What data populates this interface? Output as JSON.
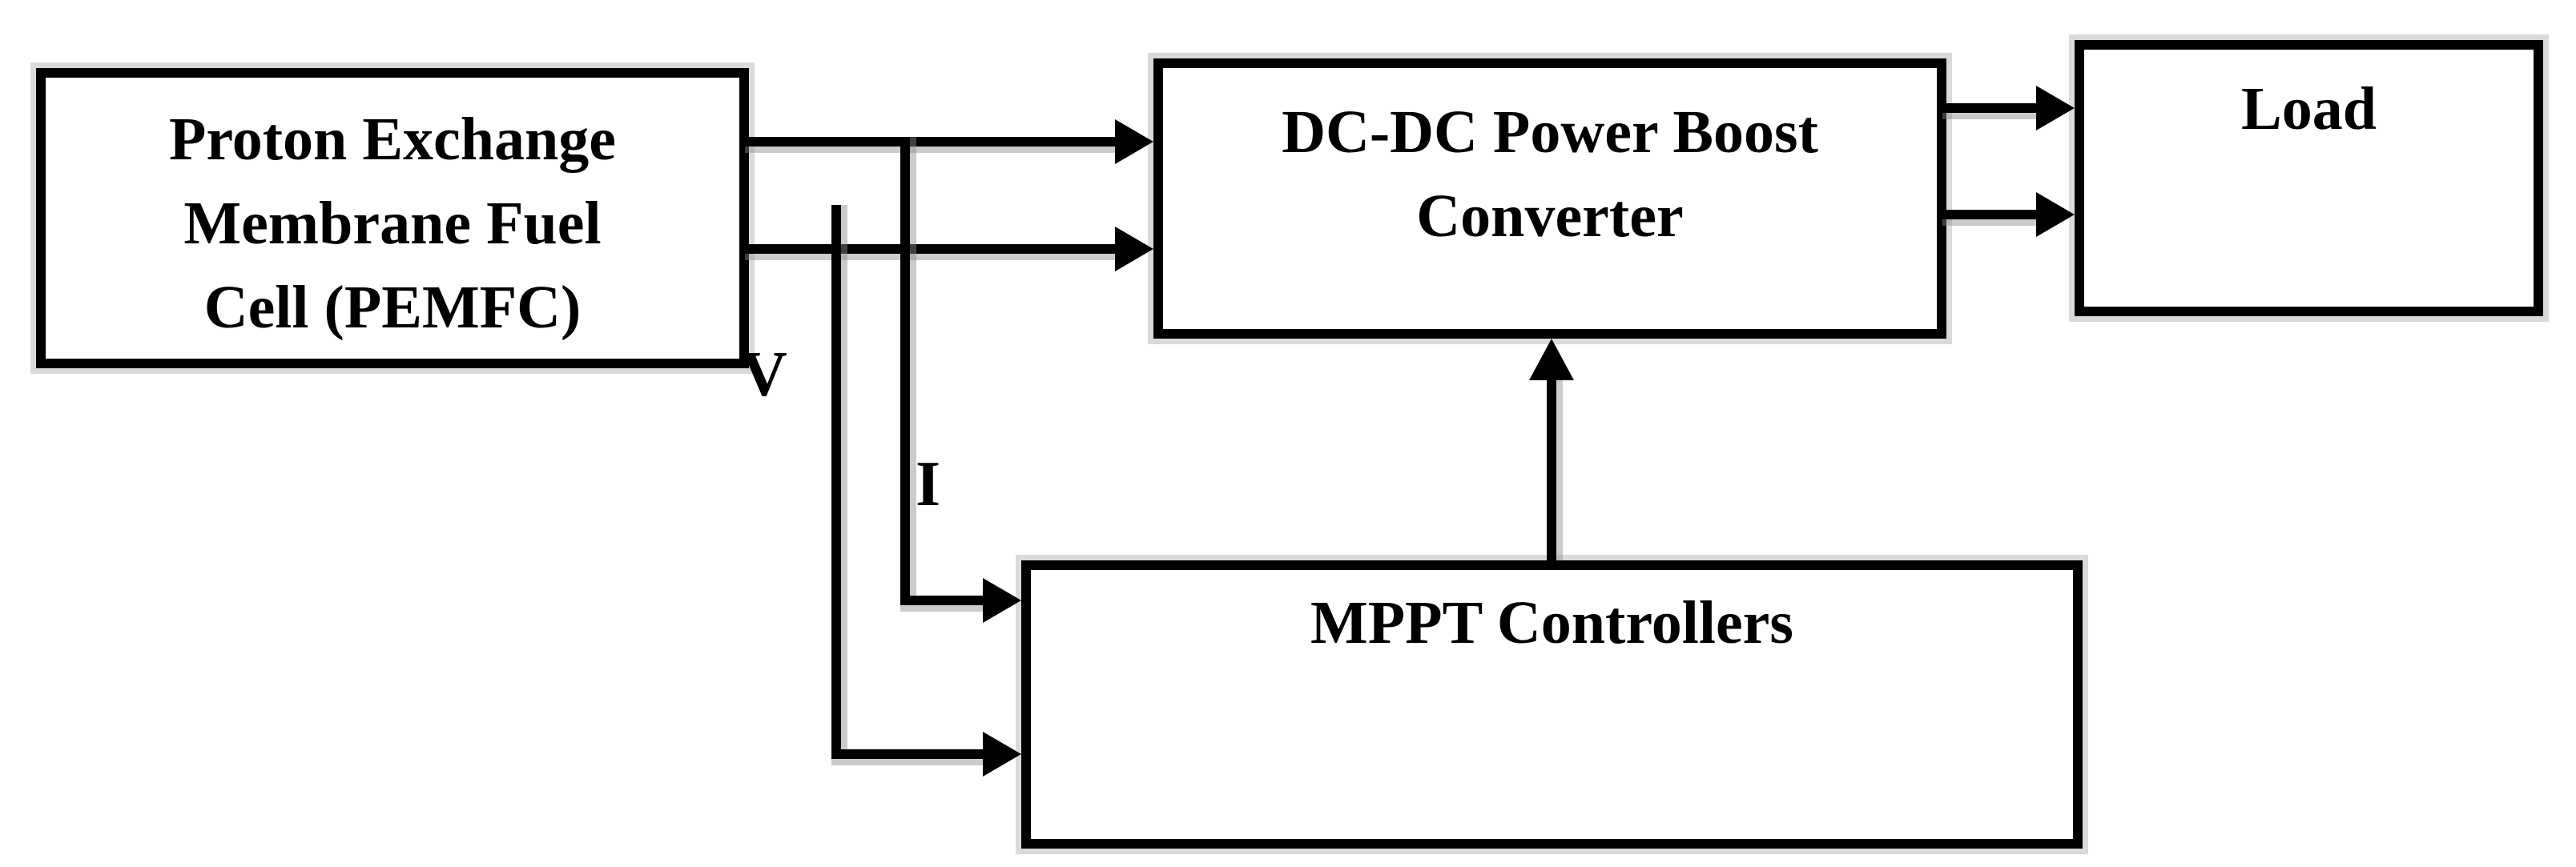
{
  "diagram": {
    "colors": {
      "line": "#000000",
      "background": "#ffffff",
      "text": "#000000"
    },
    "blocks": {
      "pemfc": {
        "text": "Proton Exchange\nMembrane Fuel\nCell (PEMFC)"
      },
      "converter": {
        "text": "DC-DC Power Boost\nConverter"
      },
      "load": {
        "text": "Load"
      },
      "mppt": {
        "text": "MPPT Controllers"
      }
    },
    "signal_labels": {
      "voltage": "V",
      "current": "I"
    },
    "connections": [
      {
        "from": "pemfc",
        "to": "converter",
        "style": "two parallel arrows"
      },
      {
        "from": "converter",
        "to": "load",
        "style": "two parallel arrows"
      },
      {
        "from": "pemfc",
        "to": "mppt",
        "label": "V",
        "style": "tap from lower bus, down then right arrow"
      },
      {
        "from": "pemfc",
        "to": "mppt",
        "label": "I",
        "style": "tap from upper bus, down then right arrow"
      },
      {
        "from": "mppt",
        "to": "converter",
        "style": "vertical arrow up into converter bottom"
      }
    ]
  }
}
